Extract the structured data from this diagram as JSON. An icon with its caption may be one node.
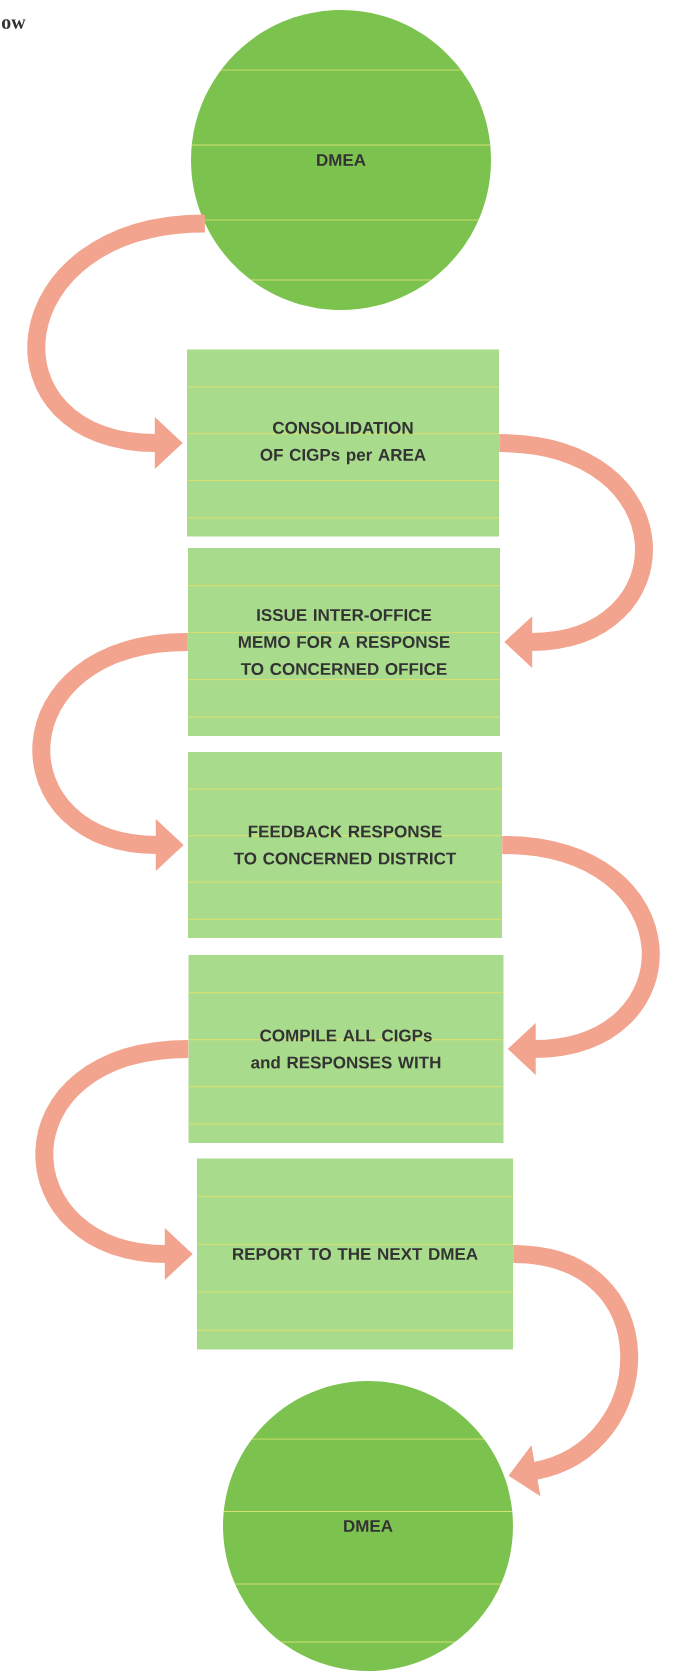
{
  "diagram": {
    "nodes": [
      {
        "text": [
          "DMEA"
        ]
      },
      {
        "text": [
          "CONSOLIDATION OF CIGPs per AREA"
        ]
      },
      {
        "text": [
          "ISSUE INTER-OFFICE MEMO FOR A RESPONSE TO CONCERNED OFFICE"
        ]
      },
      {
        "text": [
          "FEEDBACK RESPONSE TO CONCERNED DISTRICT"
        ]
      },
      {
        "text": [
          "COMPILE ALL CIGPs and RESPONSES WITH"
        ]
      },
      {
        "text": [
          "REPORT TO THE NEXT DMEA"
        ]
      },
      {
        "text": [
          "DMEA"
        ]
      }
    ],
    "edges": [
      {
        "from": 0,
        "to": 1,
        "arrow": "to"
      },
      {
        "from": 1,
        "to": 2,
        "arrow": "to"
      },
      {
        "from": 2,
        "to": 3,
        "arrow": "to"
      },
      {
        "from": 3,
        "to": 4,
        "arrow": "to"
      },
      {
        "from": 4,
        "to": 5,
        "arrow": "to"
      },
      {
        "from": 5,
        "to": 6,
        "arrow": "to"
      }
    ],
    "labels": [
      "ow"
    ]
  }
}
